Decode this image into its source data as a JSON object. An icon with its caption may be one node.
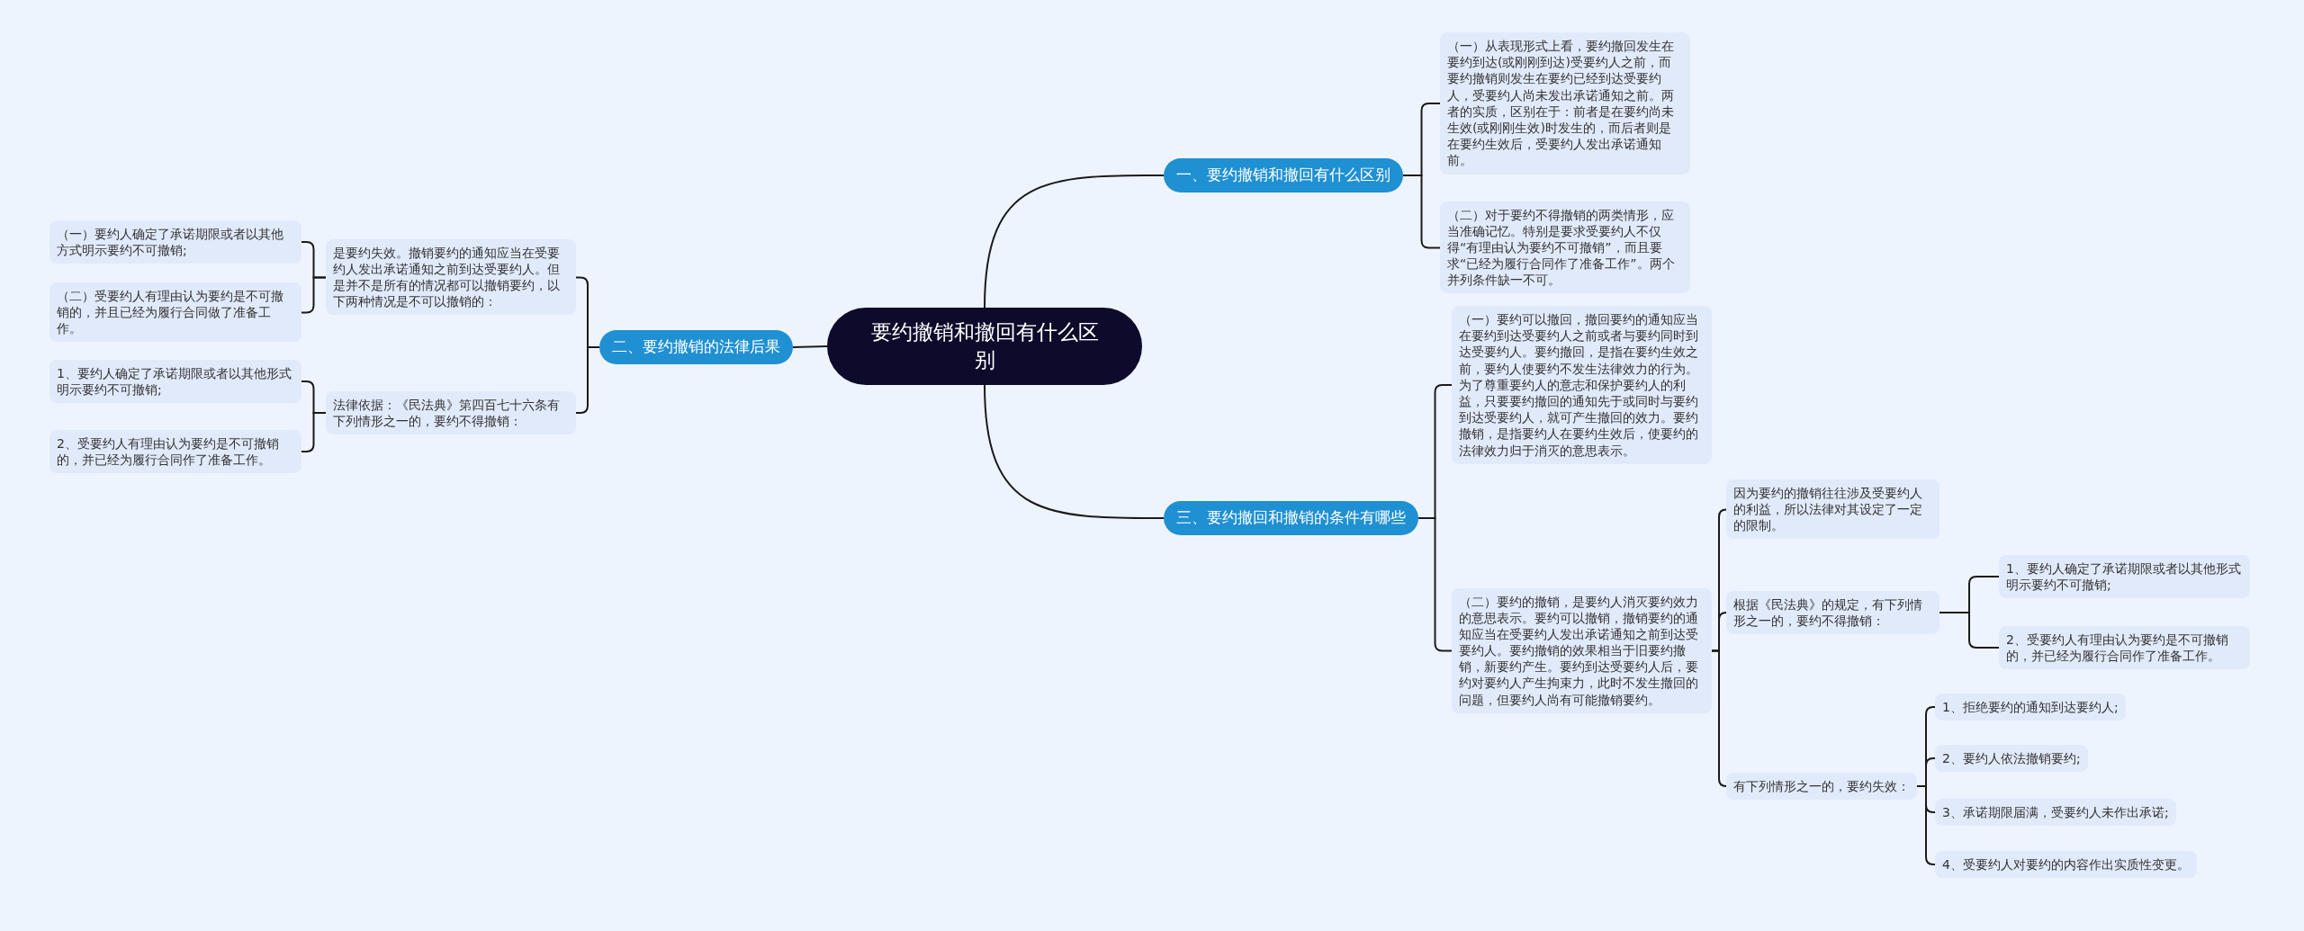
{
  "diagram": {
    "nodes": [
      {
        "text": [
          "要约撤销和撤回有什么区别"
        ]
      },
      {
        "text": [
          "一、要约撤销和撤回有什么区别"
        ]
      },
      {
        "text": [
          "（一）从表现形式上看，要约撤回发生在要约到达(或刚刚到达)受要约人之前，而要约撤销则发生在要约已经到达受要约人，受要约人尚未发出承诺通知之前。两者的实质，区别在于：前者是在要约尚未生效(或刚刚生效)时发生的，而后者则是在要约生效后，受要约人发出承诺通知前。"
        ]
      },
      {
        "text": [
          "（二）对于要约不得撤销的两类情形，应当准确记忆。特别是要求受要约人不仅得“有理由认为要约不可撤销”，而且要求“已经为履行合同作了准备工作”。两个并列条件缺一不可。"
        ]
      },
      {
        "text": [
          "二、要约撤销的法律后果"
        ]
      },
      {
        "text": [
          "是要约失效。撤销要约的通知应当在受要约人发出承诺通知之前到达受要约人。但是并不是所有的情况都可以撤销要约，以下两种情况是不可以撤销的："
        ]
      },
      {
        "text": [
          "（一）要约人确定了承诺期限或者以其他方式明示要约不可撤销;"
        ]
      },
      {
        "text": [
          "（二）受要约人有理由认为要约是不可撤销的，并且已经为履行合同做了准备工作。"
        ]
      },
      {
        "text": [
          "法律依据：《民法典》第四百七十六条有下列情形之一的，要约不得撤销："
        ]
      },
      {
        "text": [
          "1、要约人确定了承诺期限或者以其他形式明示要约不可撤销;"
        ]
      },
      {
        "text": [
          "2、受要约人有理由认为要约是不可撤销的，并已经为履行合同作了准备工作。"
        ]
      },
      {
        "text": [
          "三、要约撤回和撤销的条件有哪些"
        ]
      },
      {
        "text": [
          "（一）要约可以撤回，撤回要约的通知应当在要约到达受要约人之前或者与要约同时到达受要约人。要约撤回，是指在要约生效之前，要约人使要约不发生法律效力的行为。为了尊重要约人的意志和保护要约人的利益，只要要约撤回的通知先于或同时与要约到达受要约人，就可产生撤回的效力。要约撤销，是指要约人在要约生效后，使要约的法律效力归于消灭的意思表示。"
        ]
      },
      {
        "text": [
          "（二）要约的撤销，是要约人消灭要约效力的意思表示。要约可以撤销，撤销要约的通知应当在受要约人发出承诺通知之前到达受要约人。要约撤销的效果相当于旧要约撤销，新要约产生。要约到达受要约人后，要约对要约人产生拘束力，此时不发生撤回的问题，但要约人尚有可能撤销要约。"
        ]
      },
      {
        "text": [
          "因为要约的撤销往往涉及受要约人的利益，所以法律对其设定了一定的限制。"
        ]
      },
      {
        "text": [
          "根据《民法典》的规定，有下列情形之一的，要约不得撤销："
        ]
      },
      {
        "text": [
          "1、要约人确定了承诺期限或者以其他形式明示要约不可撤销;"
        ]
      },
      {
        "text": [
          "2、受要约人有理由认为要约是不可撤销的，并已经为履行合同作了准备工作。"
        ]
      },
      {
        "text": [
          "有下列情形之一的，要约失效："
        ]
      },
      {
        "text": [
          "1、拒绝要约的通知到达要约人;"
        ]
      },
      {
        "text": [
          "2、要约人依法撤销要约;"
        ]
      },
      {
        "text": [
          "3、承诺期限届满，受要约人未作出承诺;"
        ]
      },
      {
        "text": [
          "4、受要约人对要约的内容作出实质性变更。"
        ]
      }
    ],
    "edges": [
      {
        "from": 0,
        "to": 1,
        "arrow": "none"
      },
      {
        "from": 1,
        "to": 2,
        "arrow": "none"
      },
      {
        "from": 1,
        "to": 3,
        "arrow": "none"
      },
      {
        "from": 0,
        "to": 4,
        "arrow": "none"
      },
      {
        "from": 4,
        "to": 5,
        "arrow": "none"
      },
      {
        "from": 5,
        "to": 6,
        "arrow": "none"
      },
      {
        "from": 5,
        "to": 7,
        "arrow": "none"
      },
      {
        "from": 4,
        "to": 8,
        "arrow": "none"
      },
      {
        "from": 8,
        "to": 9,
        "arrow": "none"
      },
      {
        "from": 8,
        "to": 10,
        "arrow": "none"
      },
      {
        "from": 0,
        "to": 11,
        "arrow": "none"
      },
      {
        "from": 11,
        "to": 12,
        "arrow": "none"
      },
      {
        "from": 11,
        "to": 13,
        "arrow": "none"
      },
      {
        "from": 13,
        "to": 14,
        "arrow": "none"
      },
      {
        "from": 13,
        "to": 15,
        "arrow": "none"
      },
      {
        "from": 15,
        "to": 16,
        "arrow": "none"
      },
      {
        "from": 15,
        "to": 17,
        "arrow": "none"
      },
      {
        "from": 13,
        "to": 18,
        "arrow": "none"
      },
      {
        "from": 18,
        "to": 19,
        "arrow": "none"
      },
      {
        "from": 18,
        "to": 20,
        "arrow": "none"
      },
      {
        "from": 18,
        "to": 21,
        "arrow": "none"
      },
      {
        "from": 18,
        "to": 22,
        "arrow": "none"
      }
    ]
  }
}
